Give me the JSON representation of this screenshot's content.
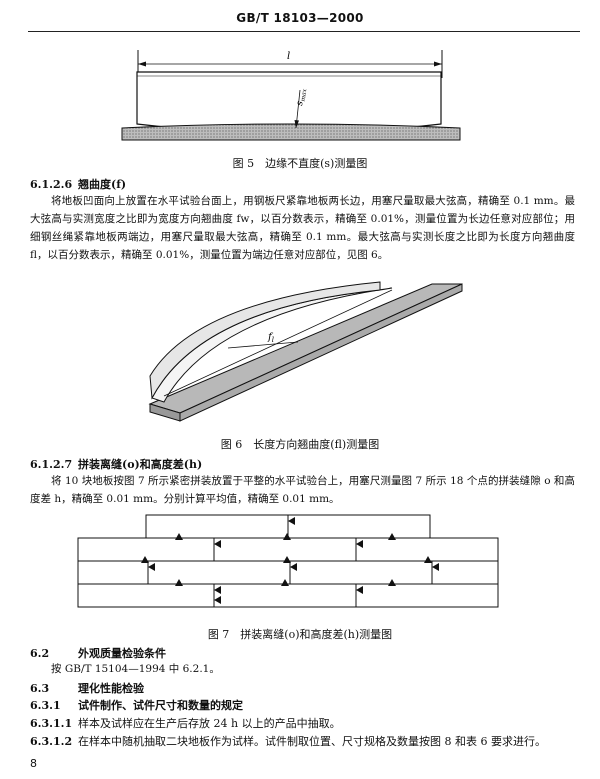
{
  "header": {
    "standard_code": "GB/T 18103—2000"
  },
  "figure5": {
    "caption": "图 5　边缘不直度(s)测量图",
    "label_l": "l",
    "label_s": "s",
    "label_s_sub": "max"
  },
  "section_6_1_2_6": {
    "number": "6.1.2.6",
    "title": "翘曲度(f)",
    "paragraph": "将地板凹面向上放置在水平试验台面上，用钢板尺紧靠地板两长边，用塞尺量取最大弦高，精确至 0.1 mm。最大弦高与实测宽度之比即为宽度方向翘曲度 fw，以百分数表示，精确至 0.01%，测量位置为长边任意对应部位；用细钢丝绳紧靠地板两端边，用塞尺量取最大弦高，精确至 0.1 mm。最大弦高与实测长度之比即为长度方向翘曲度 fl，以百分数表示，精确至 0.01%，测量位置为端边任意对应部位，见图 6。"
  },
  "figure6": {
    "caption": "图 6　长度方向翘曲度(fl)测量图",
    "label": "f",
    "label_sub": "l"
  },
  "section_6_1_2_7": {
    "number": "6.1.2.7",
    "title": "拼装离缝(o)和高度差(h)",
    "paragraph": "将 10 块地板按图 7 所示紧密拼装放置于平整的水平试验台上，用塞尺测量图 7 所示 18 个点的拼装缝隙 o 和高度差 h，精确至 0.01 mm。分别计算平均值，精确至 0.01 mm。"
  },
  "figure7": {
    "caption": "图 7　拼装离缝(o)和高度差(h)测量图"
  },
  "section_6_2": {
    "number": "6.2",
    "title": "外观质量检验条件",
    "paragraph": "按 GB/T 15104—1994 中 6.2.1。"
  },
  "section_6_3": {
    "number": "6.3",
    "title": "理化性能检验"
  },
  "section_6_3_1": {
    "number": "6.3.1",
    "title": "试件制作、试件尺寸和数量的规定"
  },
  "section_6_3_1_1": {
    "number": "6.3.1.1",
    "title": "样本及试样应在生产后存放 24 h 以上的产品中抽取。"
  },
  "section_6_3_1_2": {
    "number": "6.3.1.2",
    "title": "在样本中随机抽取二块地板作为试样。试件制取位置、尺寸规格及数量按图 8 和表 6 要求进行。"
  },
  "footer": {
    "page_number": "8"
  }
}
